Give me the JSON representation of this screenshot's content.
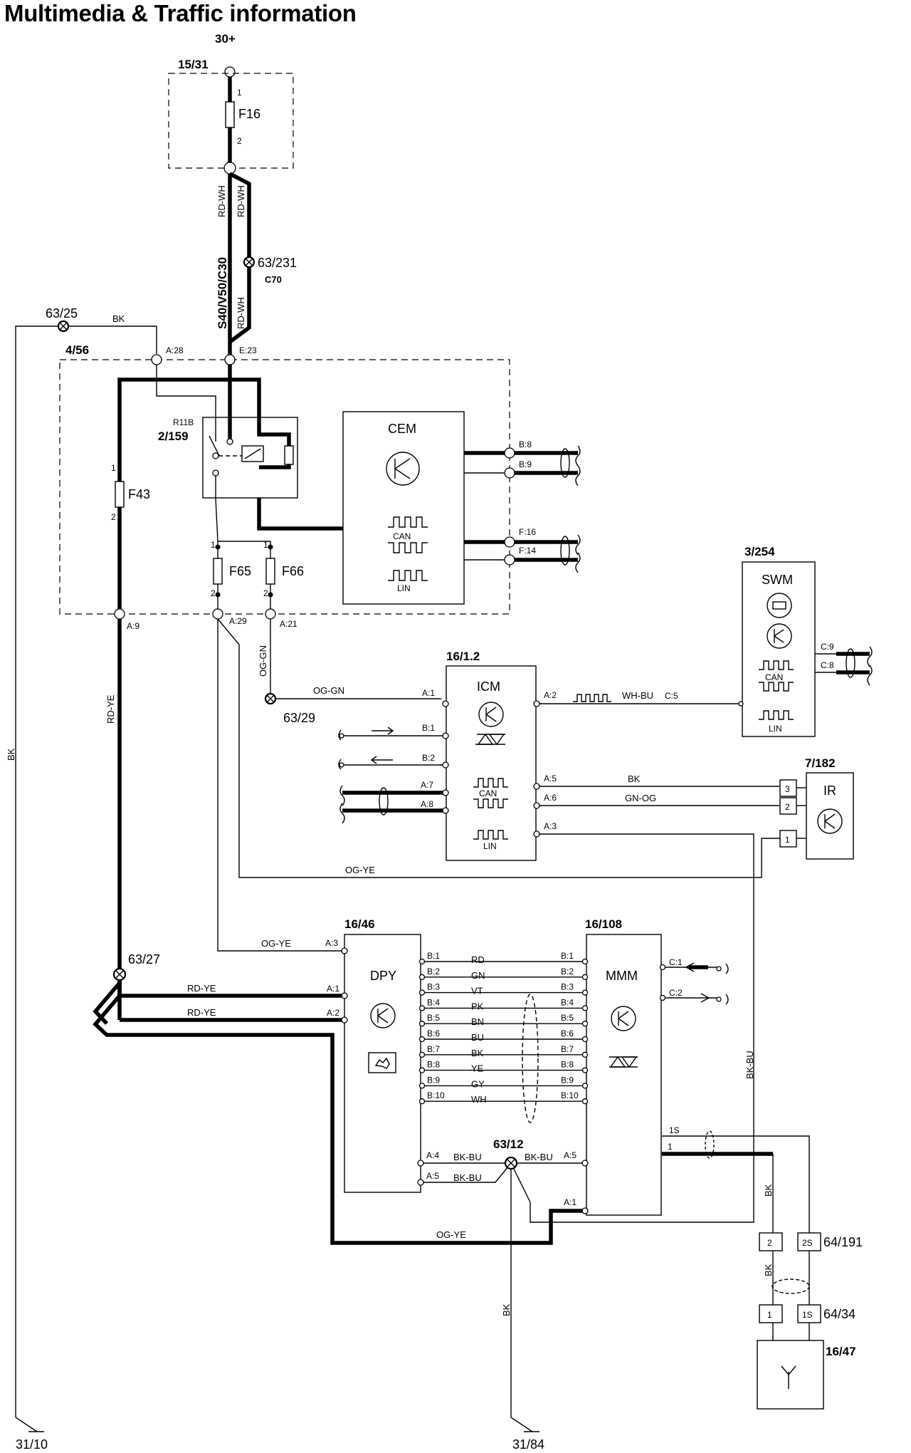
{
  "title": "Multimedia & Traffic information",
  "supply": {
    "label": "30+"
  },
  "fuse_box": {
    "id": "15/31",
    "fuse": "F16",
    "pin1": "1",
    "pin2": "2"
  },
  "splice_c70": {
    "id": "63/231",
    "sub": "C70"
  },
  "variant_label": "S40/V50/C30",
  "splice_ground_top": {
    "id": "63/25"
  },
  "cem_module": {
    "id": "4/56",
    "name": "CEM",
    "relay_code": "R11B",
    "relay_id": "2/159",
    "fuses": [
      "F43",
      "F65",
      "F66"
    ],
    "connectors": [
      "A:28",
      "E:23",
      "A:9",
      "A:29",
      "A:21",
      "B:8",
      "B:9",
      "F:16",
      "F:14"
    ],
    "protocols": [
      "CAN",
      "LIN"
    ]
  },
  "swm": {
    "id": "3/254",
    "name": "SWM",
    "connectors": [
      "C:9",
      "C:8"
    ],
    "protocols": [
      "CAN",
      "LIN"
    ]
  },
  "icm": {
    "id": "16/1.2",
    "name": "ICM",
    "connectors_left": [
      "A:1",
      "B:1",
      "B:2",
      "A:7",
      "A:8"
    ],
    "connectors_right": [
      "A:2",
      "A:5",
      "A:6",
      "A:3"
    ],
    "protocols": [
      "CAN",
      "LIN"
    ]
  },
  "ir": {
    "id": "7/182",
    "name": "IR",
    "pins": [
      "3",
      "2",
      "1"
    ]
  },
  "dpy": {
    "id": "16/46",
    "name": "DPY",
    "connectors_left": [
      "A:3",
      "A:1",
      "A:2"
    ]
  },
  "mmm": {
    "id": "16/108",
    "name": "MMM",
    "connectors_right": [
      "C:1",
      "C:2"
    ],
    "connectors_left": [
      "A:5",
      "A:1"
    ],
    "pins_out": [
      "1S",
      "1"
    ]
  },
  "splice_63_27": {
    "id": "63/27"
  },
  "splice_63_12": {
    "id": "63/12"
  },
  "splice_63_29": {
    "id": "63/29"
  },
  "bus_lines": [
    {
      "pin": "B:1",
      "color": "RD"
    },
    {
      "pin": "B:2",
      "color": "GN"
    },
    {
      "pin": "B:3",
      "color": "VT"
    },
    {
      "pin": "B:4",
      "color": "PK"
    },
    {
      "pin": "B:5",
      "color": "BN"
    },
    {
      "pin": "B:6",
      "color": "BU"
    },
    {
      "pin": "B:7",
      "color": "BK"
    },
    {
      "pin": "B:8",
      "color": "YE"
    },
    {
      "pin": "B:9",
      "color": "GY"
    },
    {
      "pin": "B:10",
      "color": "WH"
    }
  ],
  "dpy_ground": [
    {
      "pin": "A:4",
      "color": "BK-BU"
    },
    {
      "pin": "A:5",
      "color": "BK-BU"
    }
  ],
  "wire_colors": {
    "rd_wh": "RD-WH",
    "bk": "BK",
    "rd_ye": "RD-YE",
    "og_gn": "OG-GN",
    "og_ye": "OG-YE",
    "wh_bu": "WH-BU",
    "gn_og": "GN-OG",
    "bk_bu": "BK-BU",
    "c5": "C:5"
  },
  "connector_64_191": {
    "id": "64/191",
    "pins": [
      "2",
      "2S"
    ]
  },
  "connector_64_34": {
    "id": "64/34",
    "pins": [
      "1",
      "1S"
    ]
  },
  "antenna": {
    "id": "16/47"
  },
  "grounds": [
    "31/10",
    "31/84"
  ]
}
